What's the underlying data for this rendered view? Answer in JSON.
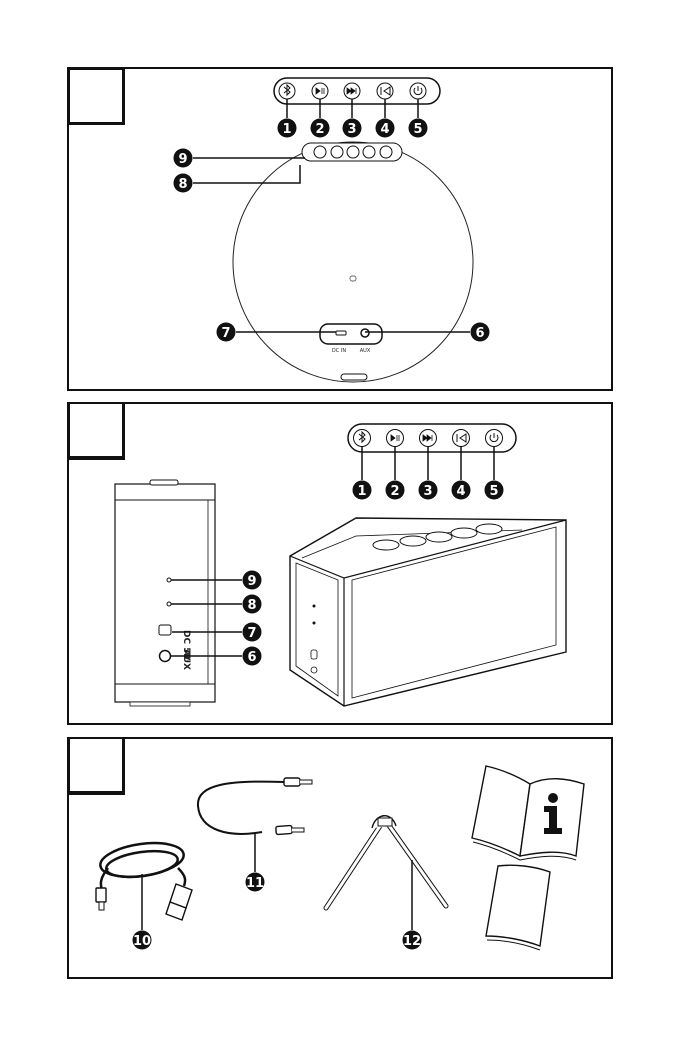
{
  "figure_a": {
    "callouts": [
      "1",
      "2",
      "3",
      "4",
      "5",
      "6",
      "7",
      "8",
      "9"
    ],
    "port_labels": {
      "dc_in": "DC IN",
      "aux": "AUX"
    }
  },
  "figure_b": {
    "callouts": [
      "1",
      "2",
      "3",
      "4",
      "5",
      "6",
      "7",
      "8",
      "9"
    ],
    "port_labels": {
      "dc": "DC 5V",
      "aux": "AUX"
    }
  },
  "figure_c": {
    "callouts": [
      "10",
      "11",
      "12"
    ],
    "manual_symbol": "i"
  },
  "icons": [
    "bluetooth-icon",
    "play-pause-icon",
    "next-icon",
    "previous-icon",
    "power-icon"
  ]
}
